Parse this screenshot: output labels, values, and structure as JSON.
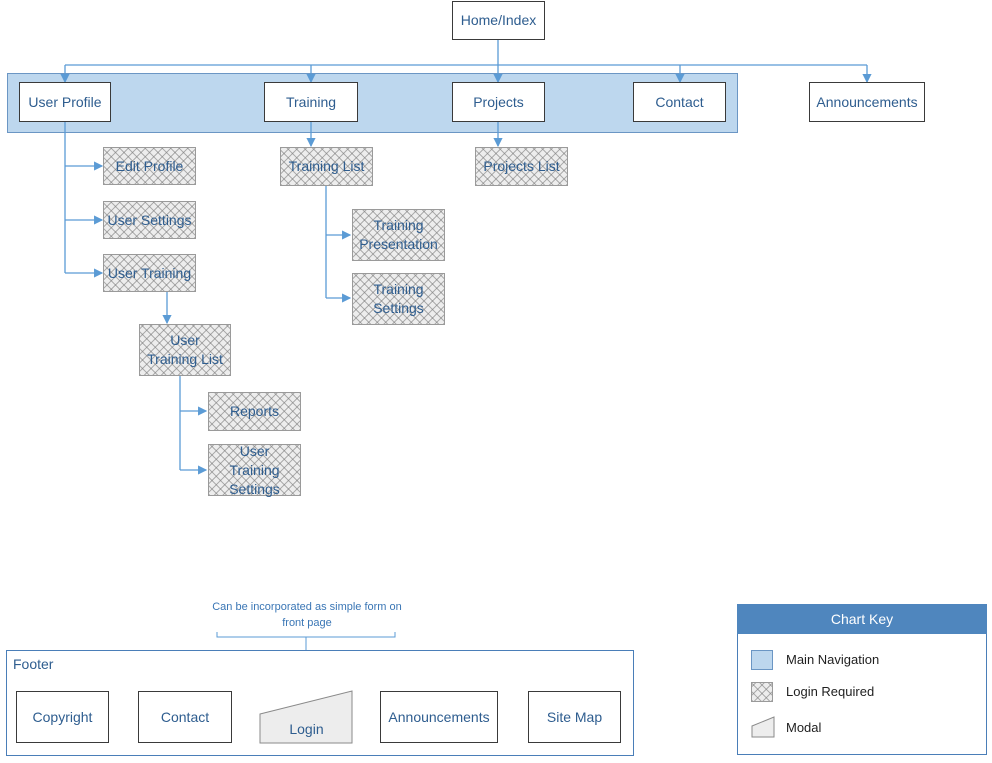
{
  "diagram": {
    "home": "Home/Index",
    "nav": {
      "user_profile": "User Profile",
      "training": "Training",
      "projects": "Projects",
      "contact": "Contact",
      "announcements": "Announcements"
    },
    "user_profile_children": {
      "edit_profile": "Edit Profile",
      "user_settings": "User Settings",
      "user_training": "User Training"
    },
    "user_training_list": "User Training List",
    "user_training_list_children": {
      "reports": "Reports",
      "user_training_settings": "User Training Settings"
    },
    "training_list": "Training List",
    "training_list_children": {
      "training_presentation": "Training Presentation",
      "training_settings": "Training Settings"
    },
    "projects_list": "Projects List"
  },
  "note": "Can be incorporated as simple form on front page",
  "footer": {
    "title": "Footer",
    "items": {
      "copyright": "Copyright",
      "contact": "Contact",
      "login": "Login",
      "announcements": "Announcements",
      "site_map": "Site Map"
    }
  },
  "key": {
    "title": "Chart Key",
    "main_navigation": "Main Navigation",
    "login_required": "Login Required",
    "modal": "Modal"
  },
  "colors": {
    "nav_band": "#bdd7ee",
    "connector": "#5b9bd5",
    "text": "#2e5d8f",
    "key_header": "#4f86be"
  }
}
